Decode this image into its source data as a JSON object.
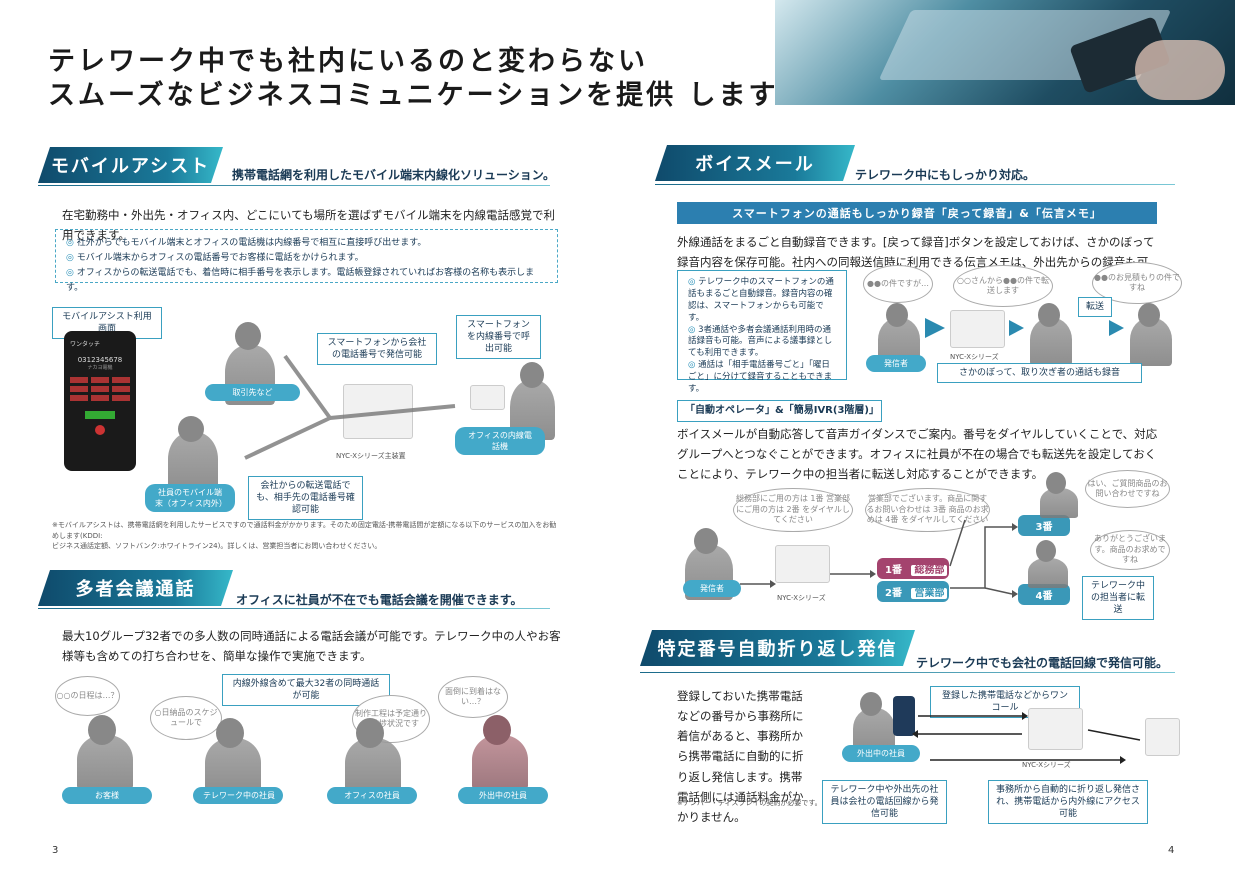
{
  "header": {
    "title_line1": "テレワーク中でも社内にいるのと変わらない",
    "title_line2": "スムーズなビジネスコミュニケーションを提供 します"
  },
  "mobile_assist": {
    "tag": "モバイルアシスト",
    "subtitle": "携帯電話網を利用したモバイル端末内線化ソリューション。",
    "intro": "在宅勤務中・外出先・オフィス内、どこにいても場所を選ばずモバイル端末を内線電話感覚で利用できます。",
    "bullets": [
      "社外からでもモバイル端末とオフィスの電話機は内線番号で相互に直接呼び出せます。",
      "モバイル端末からオフィスの電話番号でお客様に電話をかけられます。",
      "オフィスからの転送電話でも、着信時に相手番号を表示します。電話帳登録されていればお客様の名称も表示します。"
    ],
    "screen_label": "モバイルアシスト利用画面",
    "phone_app_title": "ワンタッチ",
    "phone_number": "0312345678",
    "phone_subtext": "ナカヨ電機",
    "callout_smartphone_out": "スマートフォンから会社の電話番号で発信可能",
    "callout_smartphone_ext": "スマートフォンを内線番号で呼出可能",
    "callout_transfer": "会社からの転送電話でも、相手先の電話番号確認可能",
    "label_client": "取引先など",
    "label_office_phone": "オフィスの内線電話機",
    "label_employee_mobile": "社員のモバイル端末（オフィス内外）",
    "label_device": "NYC-Xシリーズ主装置",
    "footnote_line1": "※モバイルアシストは、携帯電話網を利用したサービスですので通話料金がかかります。そのため固定電話-携帯電話間が定額になる以下のサービスの加入をお勧めします(KDDI:",
    "footnote_line2": "ビジネス通話定額、ソフトバンク:ホワイトライン24)。詳しくは、営業担当者にお問い合わせください。"
  },
  "conference": {
    "tag": "多者会議通話",
    "subtitle": "オフィスに社員が不在でも電話会議を開催できます。",
    "body": "最大10グループ32者での多人数の同時通話による電話会議が可能です。テレワーク中の人やお客様等も含めての打ち合わせを、簡単な操作で実施できます。",
    "banner": "内線外線含めて最大32者の同時通話が可能",
    "bubbles": [
      "○○の日程は…？",
      "○日納品のスケジュールで",
      "制作工程は予定通りの進捗状況です",
      "面倒に到着はない…？"
    ],
    "labels": [
      "お客様",
      "テレワーク中の社員",
      "オフィスの社員",
      "外出中の社員"
    ]
  },
  "voicemail": {
    "tag": "ボイスメール",
    "subtitle": "テレワーク中にもしっかり対応。",
    "bar1": "スマートフォンの通話もしっかり録音「戻って録音」&「伝言メモ」",
    "body1": "外線通話をまるごと自動録音できます。[戻って録音]ボタンを設定しておけば、さかのぼって録音内容を保存可能。社内への同報送信時に利用できる伝言メモは、外出先からの録音も可能です。",
    "bullets": [
      "テレワーク中のスマートフォンの通話もまるごと自動録音。録音内容の確認は、スマートフォンからも可能です。",
      "3者通話や多者会議通話利用時の通話録音も可能。音声による議事録としても利用できます。",
      "通話は「相手電話番号ごと」「曜日ごと」に分けて録音することもできます。"
    ],
    "bubble_caller": "●●の件ですが…",
    "bubble_forward": "○○さんから●●の件で転送します",
    "bubble_receiver": "●●のお見積もりの件ですね",
    "label_caller": "発信者",
    "label_device": "NYC-Xシリーズ",
    "label_transfer": "転送",
    "caption1": "さかのぼって、取り次ぎ者の通話も録音",
    "bar2": "「自動オペレータ」&「簡易IVR(3階層)」",
    "body2": "ボイスメールが自動応答して音声ガイダンスでご案内。番号をダイヤルしていくことで、対応グループへとつなぐことができます。オフィスに社員が不在の場合でも転送先を設定しておくことにより、テレワーク中の担当者に転送し対応することができます。",
    "guidance1": "総務部にご用の方は 1番 営業部にご用の方は 2番 をダイヤルしてください",
    "guidance2": "営業部でございます。商品に関するお問い合わせは 3番 商品のお求めは 4番 をダイヤルしてください",
    "dept1_num": "1番",
    "dept1_name": "総務部",
    "dept2_num": "2番",
    "dept2_name": "営業部",
    "ext3": "3番",
    "ext4": "4番",
    "reply3": "はい、ご質問商品のお問い合わせですね",
    "reply4": "ありがとうございます。商品のお求めですね",
    "tag_remote": "テレワーク中の担当者に転送"
  },
  "callback": {
    "tag": "特定番号自動折り返し発信",
    "subtitle": "テレワーク中でも会社の電話回線で発信可能。",
    "body": "登録しておいた携帯電話などの番号から事務所に着信があると、事務所から携帯電話に自動的に折り返し発信します。携帯電話側には通話料金がかかりません。",
    "banner": "登録した携帯電話などからワンコール",
    "label_employee": "外出中の社員",
    "label_device": "NYC-Xシリーズ",
    "caption_left": "テレワーク中や外出先の社員は会社の電話回線から発信可能",
    "caption_right": "事務所から自動的に折り返し発信され、携帯電話から内外線にアクセス可能",
    "footnote": "※ナンバー・ディスプレイの契約が必要です。"
  },
  "pages": {
    "left": "3",
    "right": "4"
  }
}
